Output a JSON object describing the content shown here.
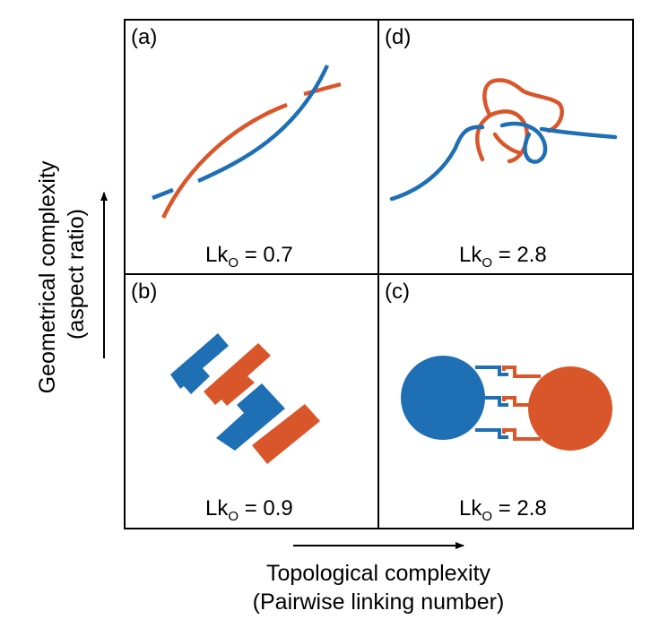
{
  "colors": {
    "blue": "#1f6fb5",
    "orange": "#d9562a",
    "frame": "#000000"
  },
  "panels": {
    "a": {
      "tag": "(a)",
      "lk_main": "Lk",
      "lk_sub": "O",
      "lk_value": " = 0.7"
    },
    "b": {
      "tag": "(b)",
      "lk_main": "Lk",
      "lk_sub": "O",
      "lk_value": " = 0.9"
    },
    "c": {
      "tag": "(c)",
      "lk_main": "Lk",
      "lk_sub": "O",
      "lk_value": " = 2.8"
    },
    "d": {
      "tag": "(d)",
      "lk_main": "Lk",
      "lk_sub": "O",
      "lk_value": " = 2.8"
    }
  },
  "axes": {
    "y_label_line1": "Geometrical complexity",
    "y_label_line2": "(aspect ratio)",
    "x_label_line1": "Topological complexity",
    "x_label_line2": "(Pairwise linking number)"
  }
}
